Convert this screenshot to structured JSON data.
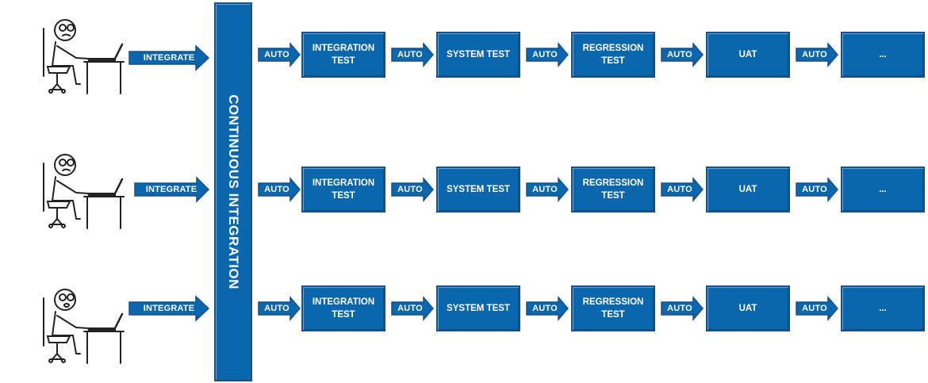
{
  "ci_label": "CONTINUOUS INTEGRATION",
  "colors": {
    "box_fill": "#0b67ad",
    "box_border": "#16518a",
    "label_text": "#ffffff"
  },
  "rows": [
    {
      "integrate_label": "INTEGRATE",
      "auto_labels": [
        "AUTO",
        "AUTO",
        "AUTO",
        "AUTO",
        "AUTO"
      ],
      "stages": [
        "INTEGRATION TEST",
        "SYSTEM TEST",
        "REGRESSION TEST",
        "UAT",
        "..."
      ]
    },
    {
      "integrate_label": "INTEGRATE",
      "auto_labels": [
        "AUTO",
        "AUTO",
        "AUTO",
        "AUTO",
        "AUTO"
      ],
      "stages": [
        "INTEGRATION TEST",
        "SYSTEM TEST",
        "REGRESSION TEST",
        "UAT",
        "..."
      ]
    },
    {
      "integrate_label": "INTEGRATE",
      "auto_labels": [
        "AUTO",
        "AUTO",
        "AUTO",
        "AUTO",
        "AUTO"
      ],
      "stages": [
        "INTEGRATION TEST",
        "SYSTEM TEST",
        "REGRESSION TEST",
        "UAT",
        "..."
      ]
    }
  ],
  "icons": {
    "developer": "stick-figure-at-computer-icon",
    "arrow": "right-arrow-icon"
  }
}
